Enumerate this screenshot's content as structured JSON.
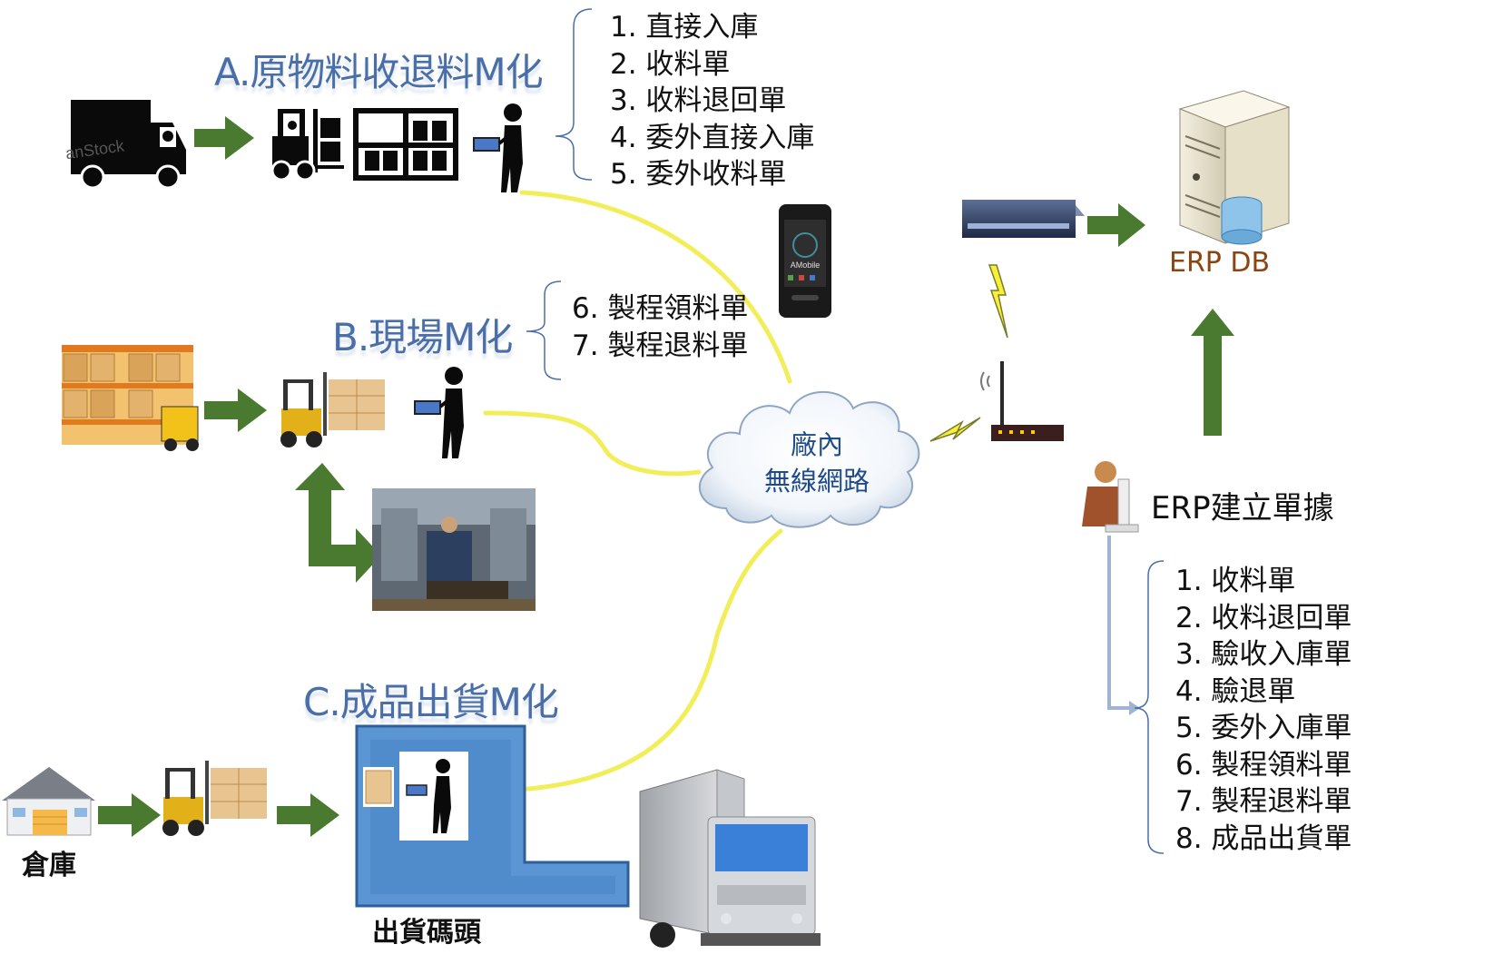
{
  "sections": {
    "a": {
      "title": "A.原物料收退料M化",
      "items": [
        "1. 直接入庫",
        "2. 收料單",
        "3. 收料退回單",
        "4. 委外直接入庫",
        "5. 委外收料單"
      ]
    },
    "b": {
      "title": "B.現場M化",
      "items": [
        "6. 製程領料單",
        "7. 製程退料單"
      ]
    },
    "c": {
      "title": "C.成品出貨M化"
    }
  },
  "cloud": {
    "line1": "廠內",
    "line2": "無線網路"
  },
  "erp_db_label": "ERP DB",
  "erp_docs": {
    "title": "ERP建立單據",
    "items": [
      "1. 收料單",
      "2. 收料退回單",
      "3. 驗收入庫單",
      "4. 驗退單",
      "5. 委外入庫單",
      "6. 製程領料單",
      "7. 製程退料單",
      "8. 成品出貨單"
    ]
  },
  "warehouse_label": "倉庫",
  "dock_label": "出貨碼頭",
  "truck_watermark": "anStock",
  "mobile_brand": "AMobile",
  "colors": {
    "arrow_green": "#4a7a30",
    "wireless_line": "#f2ee5a",
    "section_title": "#4a6fa8",
    "erp_db_text": "#8b4513",
    "dock_blue": "#5b95d3"
  }
}
